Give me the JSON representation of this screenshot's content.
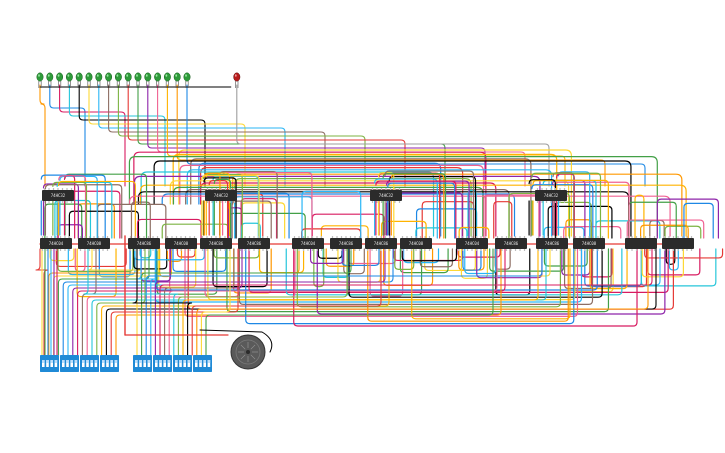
{
  "diagram": {
    "background": "#ffffff",
    "colors": {
      "wire": [
        "#e53935",
        "#ff9800",
        "#fdd835",
        "#43a047",
        "#1e88e5",
        "#29b6f6",
        "#8e24aa",
        "#d81b60",
        "#8d6e63",
        "#f06292",
        "#26c6da",
        "#7cb342",
        "#ffb300",
        "#000000"
      ],
      "chip_body": "#2b2b2b",
      "chip_pin": "#bdbdbd",
      "led_green": "#2e9b3a",
      "led_red": "#b71c1c",
      "dip_switch": "#1f8ad6",
      "buzzer": "#555555"
    },
    "leds": {
      "green_count": 16,
      "red_count": 1
    },
    "chips": {
      "top_row": [
        "74HC32",
        "74HC32",
        "74HC32",
        "74HC32"
      ],
      "bottom_row": [
        "74HC04",
        "74HC08",
        "74HC86",
        "74HC08",
        "74HC86",
        "74HC86",
        "74HC04",
        "74HC86",
        "74HC86",
        "74HC08",
        "74HC04",
        "74HC86",
        "74HC86",
        "74HC08"
      ]
    },
    "dip_switch_banks": 2,
    "buzzer": {
      "present": true
    }
  }
}
